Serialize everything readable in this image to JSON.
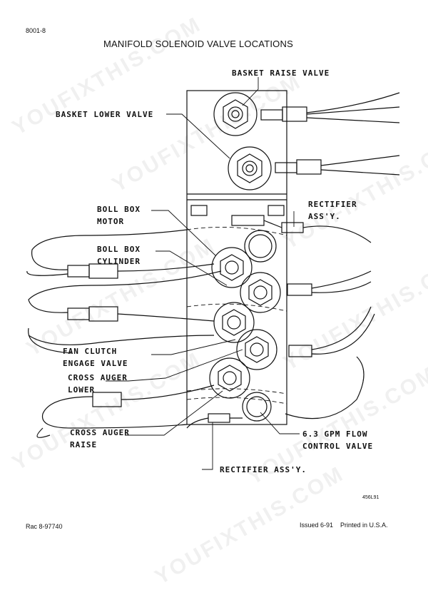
{
  "header": {
    "page_code": "8001-8",
    "title": "MANIFOLD SOLENOID VALVE LOCATIONS"
  },
  "labels": {
    "basket_raise": "BASKET RAISE VALVE",
    "basket_lower": "BASKET LOWER VALVE",
    "boll_box_motor_1": "BOLL BOX",
    "boll_box_motor_2": "MOTOR",
    "boll_box_cyl_1": "BOLL BOX",
    "boll_box_cyl_2": "CYLINDER",
    "rectifier_top_1": "RECTIFIER",
    "rectifier_top_2": "ASS'Y.",
    "fan_clutch_1": "FAN CLUTCH",
    "fan_clutch_2": "ENGAGE VALVE",
    "cross_lower_1": "CROSS AUGER",
    "cross_lower_2": "LOWER",
    "cross_raise_1": "CROSS AUGER",
    "cross_raise_2": "RAISE",
    "flow_1": "6.3 GPM FLOW",
    "flow_2": "CONTROL VALVE",
    "rectifier_bottom": "RECTIFIER ASS'Y."
  },
  "figure_code": "456L91",
  "footer": {
    "left": "Rac 8-97740",
    "issued": "Issued 6-91",
    "printed": "Printed in U.S.A."
  },
  "watermark": "YOUFIXTHIS.COM"
}
